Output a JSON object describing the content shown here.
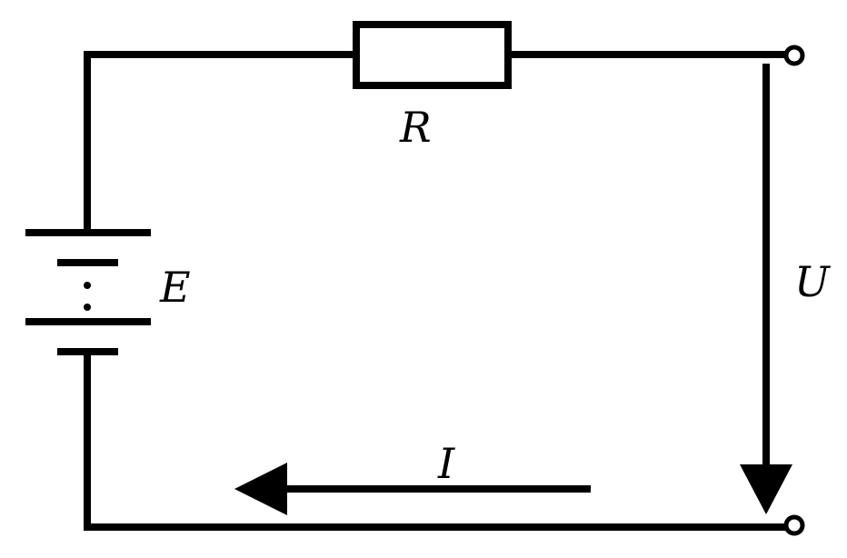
{
  "diagram": {
    "type": "circuit",
    "labels": {
      "resistor": "R",
      "source": "E",
      "voltage": "U",
      "current": "I"
    }
  },
  "colors": {
    "stroke": "#000000",
    "background": "#ffffff"
  }
}
